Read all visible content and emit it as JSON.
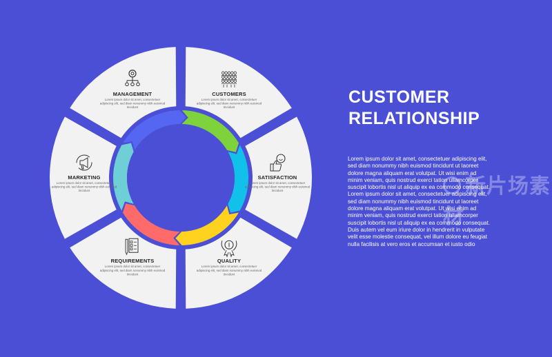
{
  "title": {
    "line1": "CUSTOMER",
    "line2": "RELATIONSHIP"
  },
  "description": "Lorem ipsum dolor sit amet, consectetuer adipiscing elit, sed diam nonummy nibh euismod tincidunt ut laoreet dolore magna aliquam erat volutpat. Ut wisi enim ad minim veniam, quis nostrud exerci tation ullamcorper suscipit lobortis nisl ut aliquip ex ea commodo consequat. Lorem ipsum dolor sit amet, consectetuer adipiscing elit, sed diam nonummy nibh euismod tincidunt ut laoreet dolore magna aliquam erat volutpat. Ut wisi enim ad minim veniam, quis nostrud exerci tation ullamcorper suscipit lobortis nisl ut aliquip ex ea commodo consequat. Duis autem vel eum iriure dolor in hendrerit in vulputate velit esse molestie consequat, vel illum dolore eu feugiat nulla facilisis at vero eros et accumsan et iusto odio",
  "watermark": "新片场素材",
  "segment_text": "Lorem ipsum dolor sit amet, consectetuer adipiscing elit, sed diam nonummy nibh euismod tincidunt",
  "segments": [
    {
      "label": "MANAGEMENT",
      "icon": "hierarchy-gear-icon",
      "color": "#5566f2"
    },
    {
      "label": "CUSTOMERS",
      "icon": "crowd-icon",
      "color": "#7ed23c"
    },
    {
      "label": "SATISFACTION",
      "icon": "thumbs-up-smile-icon",
      "color": "#12c1ea"
    },
    {
      "label": "QUALITY",
      "icon": "quality-badge-icon",
      "color": "#ffd21f"
    },
    {
      "label": "REQUIREMENTS",
      "icon": "checklist-icon",
      "color": "#ff6b6b"
    },
    {
      "label": "MARKETING",
      "icon": "megaphone-icon",
      "color": "#6fcfd6"
    }
  ],
  "colors": {
    "background": "#4a4fd6",
    "panel": "#f2f2f2",
    "text": "#ffffff"
  }
}
